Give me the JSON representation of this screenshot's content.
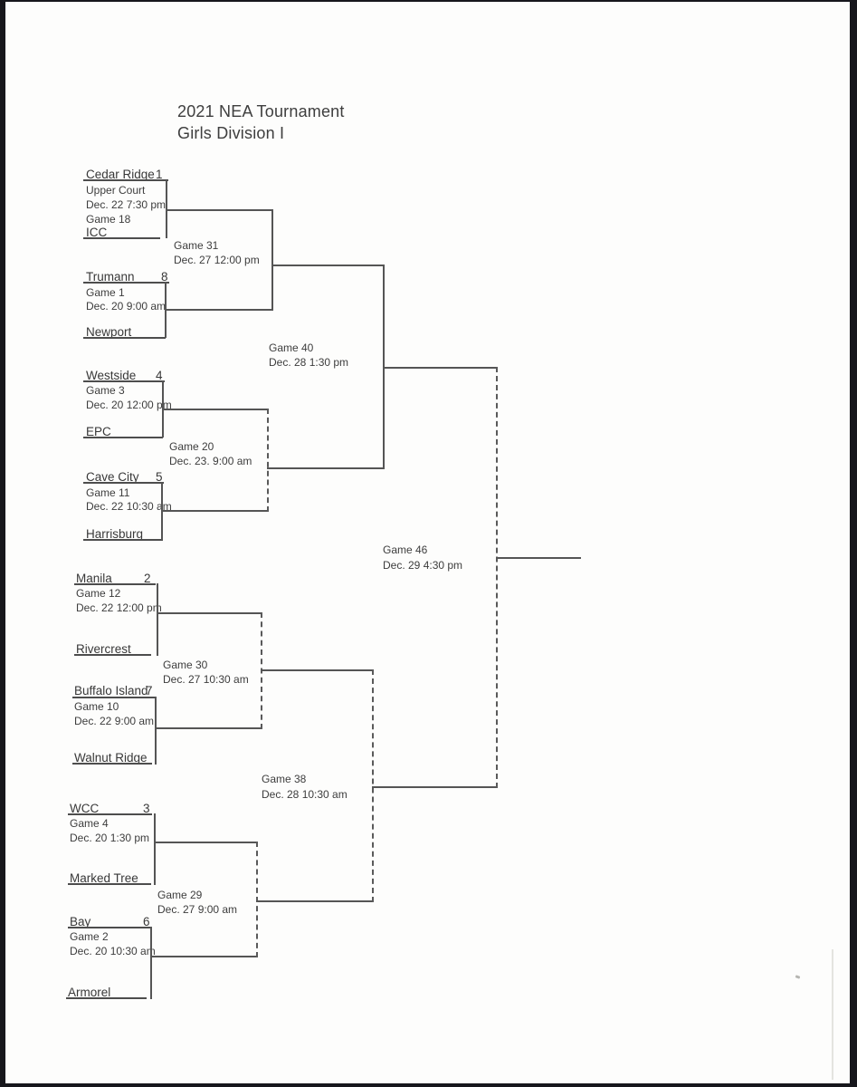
{
  "title": {
    "line1": "2021 NEA Tournament",
    "line2": "Girls Division I"
  },
  "bracket": {
    "matchups": [
      {
        "top_team": "Cedar Ridge",
        "top_seed": "1",
        "court": "Upper Court",
        "datetime": "Dec. 22 7:30 pm",
        "game_label": "Game 18",
        "bottom_team": "ICC"
      },
      {
        "top_team": "Trumann",
        "top_seed": "8",
        "game_label": "Game 1",
        "datetime": "Dec. 20 9:00 am",
        "bottom_team": "Newport"
      },
      {
        "top_team": "Westside",
        "top_seed": "4",
        "game_label": "Game 3",
        "datetime": "Dec. 20 12:00 pm",
        "bottom_team": "EPC"
      },
      {
        "top_team": "Cave City",
        "top_seed": "5",
        "game_label": "Game 11",
        "datetime": "Dec. 22 10:30 am",
        "bottom_team": "Harrisburg"
      },
      {
        "top_team": "Manila",
        "top_seed": "2",
        "game_label": "Game 12",
        "datetime": "Dec. 22 12:00 pm",
        "bottom_team": "Rivercrest"
      },
      {
        "top_team": "Buffalo Island",
        "top_seed": "7",
        "game_label": "Game 10",
        "datetime": "Dec. 22 9:00 am",
        "bottom_team": "Walnut Ridge"
      },
      {
        "top_team": "WCC",
        "top_seed": "3",
        "game_label": "Game 4",
        "datetime": "Dec. 20 1:30 pm",
        "bottom_team": "Marked Tree"
      },
      {
        "top_team": "Bay",
        "top_seed": "6",
        "game_label": "Game 2",
        "datetime": "Dec. 20 10:30 am",
        "bottom_team": "Armorel"
      }
    ],
    "connectors": [
      {
        "game_label": "Game 31",
        "datetime": "Dec. 27 12:00 pm"
      },
      {
        "game_label": "Game 20",
        "datetime": "Dec. 23. 9:00 am"
      },
      {
        "game_label": "Game 40",
        "datetime": "Dec. 28 1:30 pm"
      },
      {
        "game_label": "Game 30",
        "datetime": "Dec. 27 10:30 am"
      },
      {
        "game_label": "Game 29",
        "datetime": "Dec. 27 9:00 am"
      },
      {
        "game_label": "Game 38",
        "datetime": "Dec. 28 10:30 am"
      },
      {
        "game_label": "Game 46",
        "datetime": "Dec. 29 4:30 pm"
      }
    ]
  }
}
